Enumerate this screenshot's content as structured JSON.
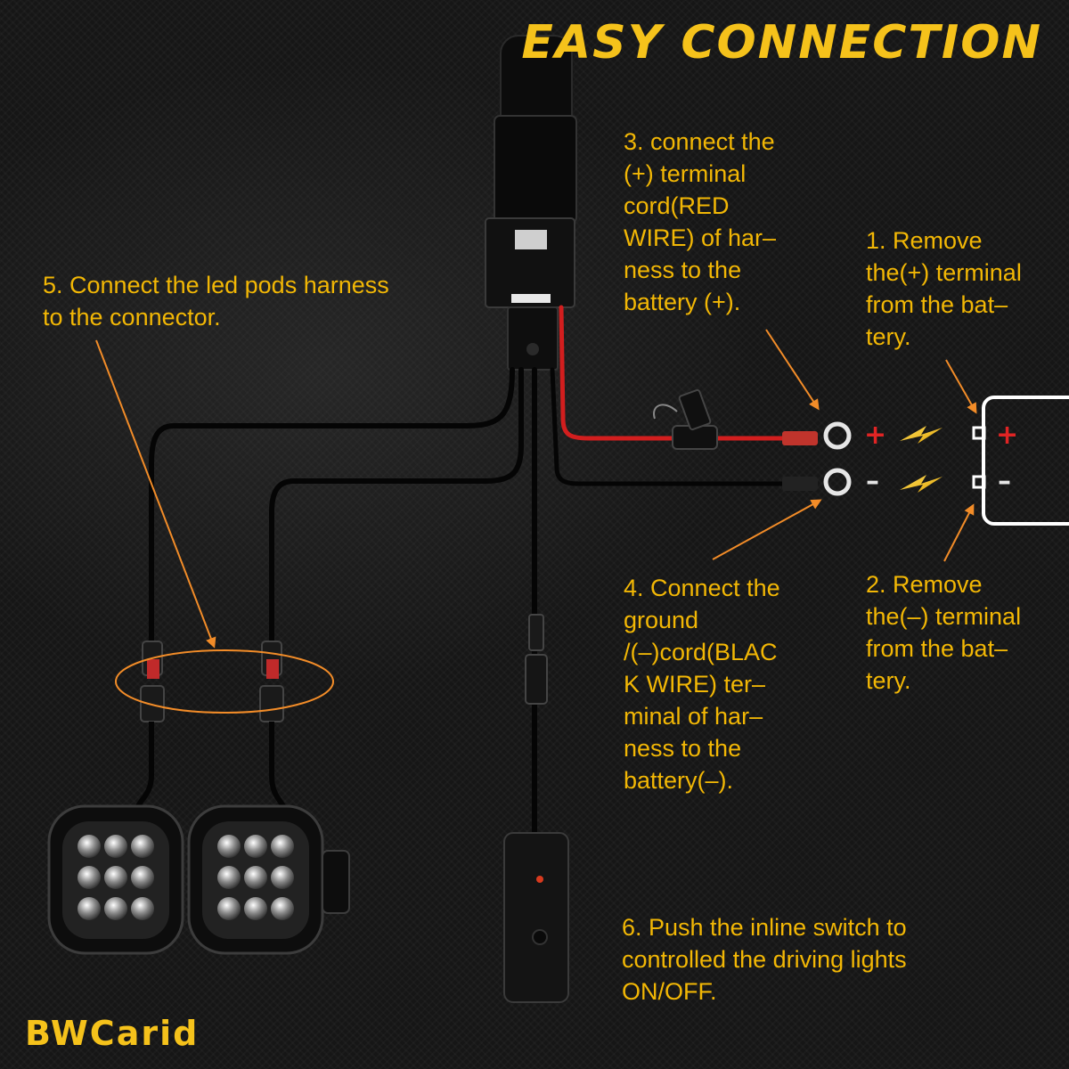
{
  "title": "EASY CONNECTION",
  "brand": "BWCarid",
  "steps": {
    "step1": "1. Remove\nthe(+) terminal\nfrom the bat–\ntery.",
    "step2": "2. Remove\nthe(–) terminal\nfrom the bat–\ntery.",
    "step3": "3. connect the\n(+) terminal\ncord(RED\nWIRE) of har–\nness  to the\nbattery (+).",
    "step4": "4. Connect the\nground\n/(–)cord(BLAC\nK WIRE) ter–\nminal of har–\nness to the\nbattery(–).",
    "step5": "5. Connect the led pods harness\nto the connector.",
    "step6": "6. Push the inline switch to\ncontrolled the driving lights\nON/OFF."
  },
  "signs": {
    "wire_plus": "+",
    "wire_minus": "–",
    "battery_plus": "+",
    "battery_minus": "–"
  },
  "icons": {
    "lightning": "lightning-bolt-icon",
    "battery": "battery-icon",
    "relay": "relay-box",
    "fuse": "inline-fuse",
    "switch": "inline-switch",
    "pod": "led-pod-light"
  },
  "colors": {
    "accent": "#f5c21b",
    "text": "#f2b705",
    "arrow": "#f28c28",
    "red_wire": "#d21e1e",
    "black_wire": "#050505",
    "plus": "#e02424"
  }
}
